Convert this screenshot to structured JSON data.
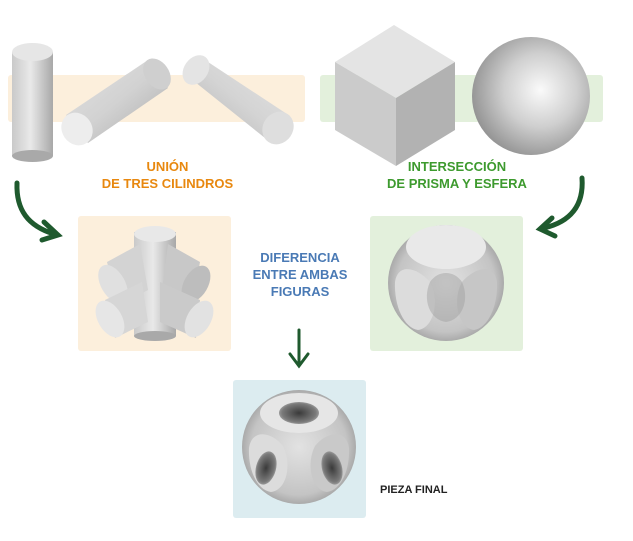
{
  "labels": {
    "union": {
      "line1": "UNIÓN",
      "line2": "DE TRES CILINDROS",
      "color": "#e8880f"
    },
    "intersection": {
      "line1": "INTERSECCIÓN",
      "line2": "DE PRISMA Y ESFERA",
      "color": "#3d9a2e"
    },
    "difference": {
      "line1": "DIFERENCIA",
      "line2": "ENTRE AMBAS",
      "line3": "FIGURAS",
      "color": "#4a7ab5"
    },
    "final": {
      "text": "PIEZA FINAL",
      "color": "#222222"
    }
  },
  "colors": {
    "orange_panel": "#fcefdc",
    "green_panel": "#e3f0dc",
    "blue_panel": "#dcecf0",
    "arrow": "#1f5a2e"
  }
}
